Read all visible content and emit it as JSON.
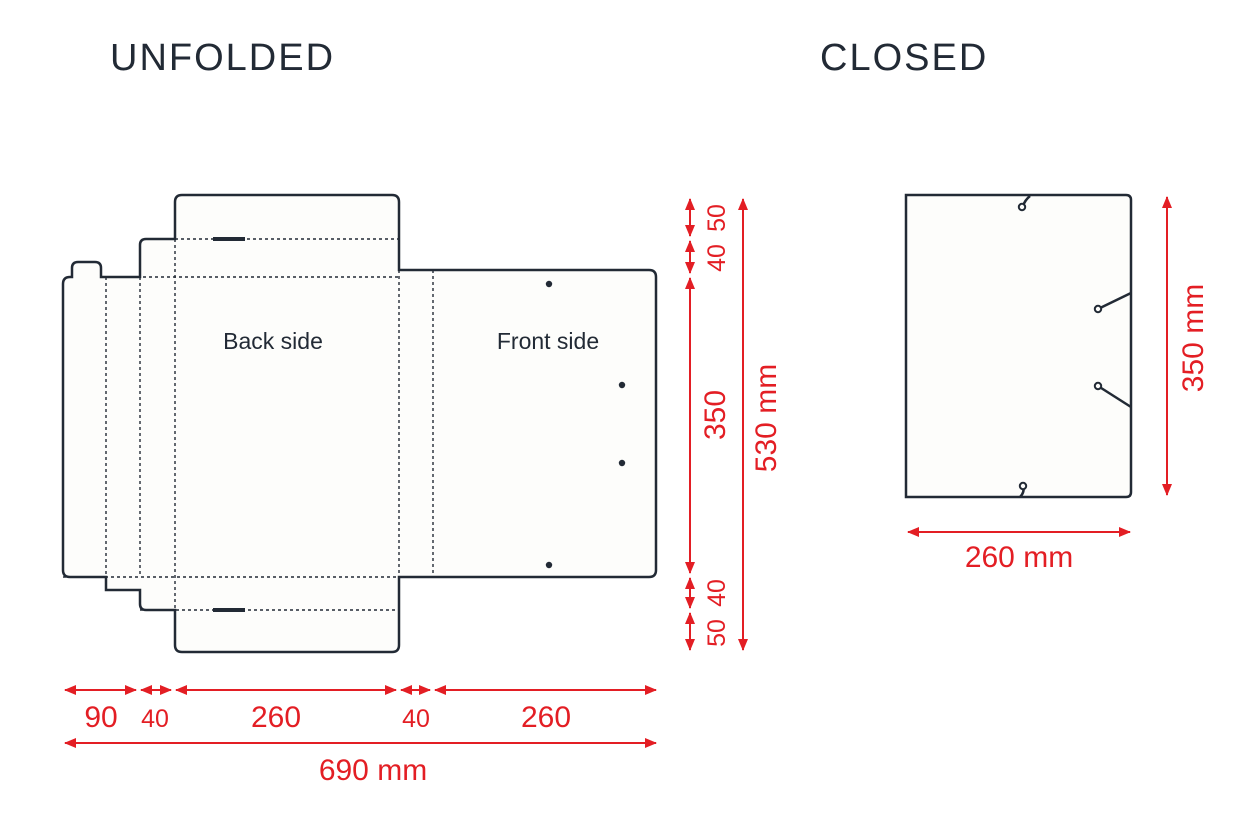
{
  "headings": {
    "unfolded": "UNFOLDED",
    "closed": "CLOSED"
  },
  "faces": {
    "back": "Back side",
    "front": "Front side"
  },
  "unfolded_vertical_dims": {
    "top_flap": "50",
    "top_fold": "40",
    "center": "350",
    "bottom_fold": "40",
    "bottom_flap": "50",
    "total": "530 mm"
  },
  "unfolded_horizontal_dims": {
    "left_flap": "90",
    "spine_left": "40",
    "back_width": "260",
    "spine_right": "40",
    "front_width": "260",
    "total": "690 mm"
  },
  "closed_dims": {
    "height": "350 mm",
    "width": "260 mm"
  },
  "colors": {
    "outline": "#222a35",
    "dimension": "#e31e24",
    "text": "#222a35",
    "paper": "#fdfdfb"
  }
}
